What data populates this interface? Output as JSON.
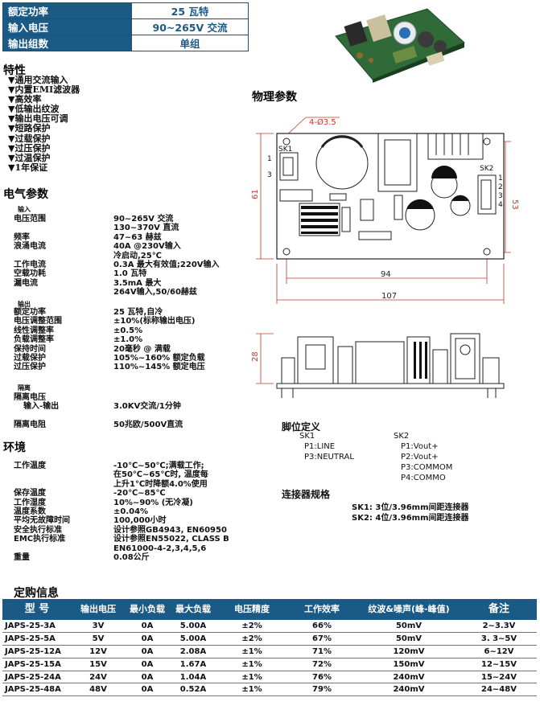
{
  "summary": [
    {
      "label": "额定功率",
      "value": "25 瓦特"
    },
    {
      "label": "输入电压",
      "value": "90~265V 交流"
    },
    {
      "label": "输出组数",
      "value": "单组"
    }
  ],
  "features": {
    "title": "特性",
    "items": [
      "▼通用交流输入",
      "▼内置EMI滤波器",
      "▼高效率",
      "▼低输出纹波",
      "▼输出电压可调",
      "▼短路保护",
      "▼过载保护",
      "▼过压保护",
      "▼过温保护",
      "▼1年保证"
    ]
  },
  "electrical": {
    "title": "电气参数",
    "input_title": "输入",
    "input": [
      {
        "label": "电压范围",
        "value": "90~265V 交流"
      },
      {
        "label": "",
        "value": "130~370V 直流"
      },
      {
        "label": "频率",
        "value": "47~63 赫兹"
      },
      {
        "label": "浪涌电流",
        "value": "40A @230V输入"
      },
      {
        "label": "",
        "value": "冷启动,25℃"
      },
      {
        "label": "工作电流",
        "value": "0.3A 最大有效值;220V输入"
      },
      {
        "label": "空载功耗",
        "value": "1.0 瓦特"
      },
      {
        "label": "漏电流",
        "value": "3.5mA 最大"
      },
      {
        "label": "",
        "value": "264V输入,50/60赫兹"
      }
    ],
    "output_title": "输出",
    "output": [
      {
        "label": "额定功率",
        "value": "25 瓦特,自冷"
      },
      {
        "label": "电压调整范围",
        "value": "±10%(标称输出电压)"
      },
      {
        "label": "线性调整率",
        "value": "±0.5%"
      },
      {
        "label": "负载调整率",
        "value": "±1.0%"
      },
      {
        "label": "保持时间",
        "value": "20毫秒 @ 满载"
      },
      {
        "label": "过载保护",
        "value": "105%~160% 额定负载"
      },
      {
        "label": "过压保护",
        "value": "110%~145% 额定电压"
      }
    ],
    "isolation_title": "隔离",
    "isolation": [
      {
        "label": "隔离电压",
        "value": ""
      },
      {
        "label": "输入-输出",
        "value": "3.0KV交流/1分钟"
      },
      {
        "label": "隔离电阻",
        "value": "50兆欧/500V直流"
      }
    ]
  },
  "environment": {
    "title": "环境",
    "items": [
      {
        "label": "工作温度",
        "value": "-10℃~50℃;满载工作;"
      },
      {
        "label": "",
        "value": "在50℃~65℃时, 温度每"
      },
      {
        "label": "",
        "value": "上升1℃时降额4.0%使用"
      },
      {
        "label": "保存温度",
        "value": "-20℃~85℃"
      },
      {
        "label": "工作湿度",
        "value": "10%~90% (无冷凝)"
      },
      {
        "label": "温度系数",
        "value": "±0.04%"
      },
      {
        "label": "平均无故障时间",
        "value": "100,000小时"
      },
      {
        "label": "安全执行标准",
        "value": "设计参照GB4943, EN60950"
      },
      {
        "label": "EMC执行标准",
        "value": "设计参照EN55022, CLASS B"
      },
      {
        "label": "",
        "value": "EN61000-4-2,3,4,5,6"
      },
      {
        "label": "重量",
        "value": "0.08公斤"
      }
    ]
  },
  "physical": {
    "title": "物理参数",
    "hole": "4-Ø3.5",
    "sk1_label": "SK1",
    "sk2_label": "SK2",
    "sk1_pins": [
      "1",
      "3"
    ],
    "sk2_pins": [
      "1",
      "2",
      "3",
      "4"
    ],
    "dim_height": "61",
    "dim_inner_h": "53",
    "dim_inner_w": "94",
    "dim_width": "107",
    "dim_side": "28"
  },
  "pins": {
    "title": "脚位定义",
    "sk1": {
      "name": "SK1",
      "items": [
        "P1:LINE",
        "P3:NEUTRAL"
      ]
    },
    "sk2": {
      "name": "SK2",
      "items": [
        "P1:Vout+",
        "P2:Vout+",
        "P3:COMMOM",
        "P4:COMMO"
      ]
    }
  },
  "connector": {
    "title": "连接器规格",
    "items": [
      "SK1: 3位/3.96mm间距连接器",
      "SK2: 4位/3.96mm间距连接器"
    ]
  },
  "order": {
    "title": "定购信息",
    "headers": [
      "型 号",
      "输出电压",
      "最小负载",
      "最大负载",
      "电压精度",
      "工作效率",
      "纹波&噪声(峰-峰值)",
      "备注"
    ],
    "rows": [
      [
        "JAPS-25-3A",
        "3V",
        "0A",
        "5.00A",
        "±2%",
        "66%",
        "50mV",
        "2~3.3V"
      ],
      [
        "JAPS-25-5A",
        "5V",
        "0A",
        "5.00A",
        "±2%",
        "67%",
        "50mV",
        "3. 3~5V"
      ],
      [
        "JAPS-25-12A",
        "12V",
        "0A",
        "2.08A",
        "±1%",
        "71%",
        "120mV",
        "6~12V"
      ],
      [
        "JAPS-25-15A",
        "15V",
        "0A",
        "1.67A",
        "±1%",
        "72%",
        "150mV",
        "12~15V"
      ],
      [
        "JAPS-25-24A",
        "24V",
        "0A",
        "1.04A",
        "±1%",
        "76%",
        "240mV",
        "15~24V"
      ],
      [
        "JAPS-25-48A",
        "48V",
        "0A",
        "0.52A",
        "±1%",
        "79%",
        "240mV",
        "24~48V"
      ]
    ]
  }
}
